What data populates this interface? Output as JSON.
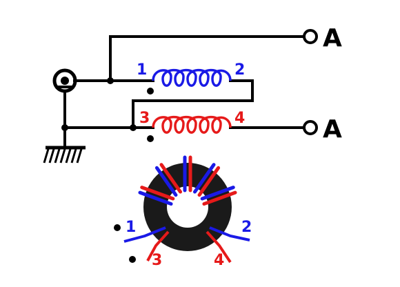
{
  "terminals": {
    "top_label": "A",
    "bottom_label": "A"
  },
  "winding_blue": {
    "start_label": "1",
    "end_label": "2",
    "color": "#1a1ae6"
  },
  "winding_red": {
    "start_label": "3",
    "end_label": "4",
    "color": "#e61a1a"
  },
  "toroid": {
    "label_1": "1",
    "label_2": "2",
    "label_3": "3",
    "label_4": "4",
    "core_color": "#1a1a1a"
  }
}
